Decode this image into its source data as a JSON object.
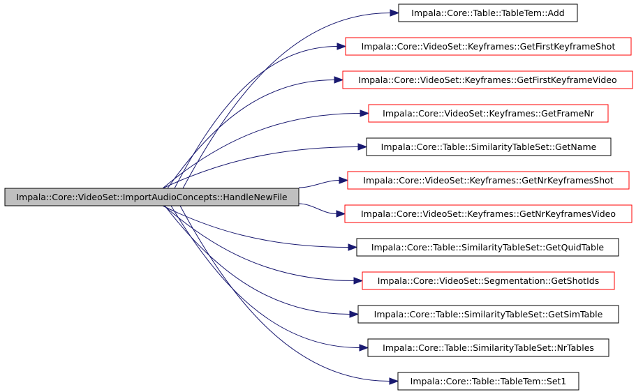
{
  "graph": {
    "root": {
      "label": "Impala::Core::VideoSet::ImportAudioConcepts::HandleNewFile",
      "fill": "#bfbfbf",
      "border": "#000000"
    },
    "edge_color": "#191970",
    "callees": [
      {
        "label": "Impala::Core::Table::TableTem::Add",
        "border": "#000000"
      },
      {
        "label": "Impala::Core::VideoSet::Keyframes::GetFirstKeyframeShot",
        "border": "#ff0000"
      },
      {
        "label": "Impala::Core::VideoSet::Keyframes::GetFirstKeyframeVideo",
        "border": "#ff0000"
      },
      {
        "label": "Impala::Core::VideoSet::Keyframes::GetFrameNr",
        "border": "#ff0000"
      },
      {
        "label": "Impala::Core::Table::SimilarityTableSet::GetName",
        "border": "#000000"
      },
      {
        "label": "Impala::Core::VideoSet::Keyframes::GetNrKeyframesShot",
        "border": "#ff0000"
      },
      {
        "label": "Impala::Core::VideoSet::Keyframes::GetNrKeyframesVideo",
        "border": "#ff0000"
      },
      {
        "label": "Impala::Core::Table::SimilarityTableSet::GetQuidTable",
        "border": "#000000"
      },
      {
        "label": "Impala::Core::VideoSet::Segmentation::GetShotIds",
        "border": "#ff0000"
      },
      {
        "label": "Impala::Core::Table::SimilarityTableSet::GetSimTable",
        "border": "#000000"
      },
      {
        "label": "Impala::Core::Table::SimilarityTableSet::NrTables",
        "border": "#000000"
      },
      {
        "label": "Impala::Core::Table::TableTem::Set1",
        "border": "#000000"
      }
    ]
  }
}
